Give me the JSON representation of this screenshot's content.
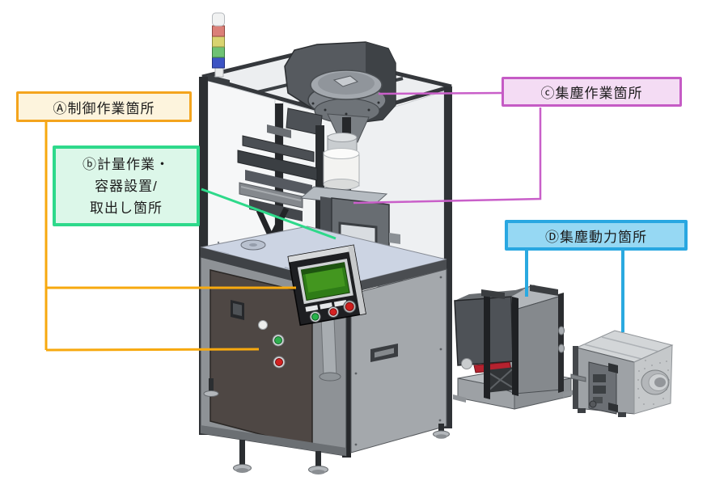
{
  "callouts": {
    "a": {
      "text": "Ⓐ制御作業箇所",
      "border_color": "#F4A41D",
      "fill_color": "#FDF4DD",
      "line_color": "#F7A90F"
    },
    "b": {
      "line1": "ⓑ計量作業・",
      "line2": "容器設置/",
      "line3": "取出し箇所",
      "border_color": "#2ED98B",
      "fill_color": "#DCF7E9",
      "line_color": "#2ED98A"
    },
    "c": {
      "text": "ⓒ集塵作業箇所",
      "border_color": "#C55BC5",
      "fill_color": "#F4DCF4",
      "line_color": "#C95FC9"
    },
    "d": {
      "text": "Ⓓ集塵動力箇所",
      "border_color": "#29A7E1",
      "fill_color": "#96D8F3",
      "line_color": "#2AA9E0"
    }
  },
  "machine": {
    "signal_tower_colors": {
      "cap": "#F1F2F2",
      "red": "#DB8078",
      "yellow": "#D9D470",
      "green": "#6FC274",
      "blue": "#3D54C4"
    },
    "display": {
      "screen_color": "#2E7C17",
      "screen_inner": "#43961F",
      "button_green": "#27B24A",
      "button_red1": "#D62222",
      "button_red2": "#CF1D1D"
    },
    "cabinet": {
      "button_green": "#2FAE4E",
      "button_red": "#D32222",
      "door_color": "#4E4744",
      "platform_color": "#CCD4E3"
    },
    "dust_collector": {
      "lever_color": "#B5222F"
    }
  }
}
